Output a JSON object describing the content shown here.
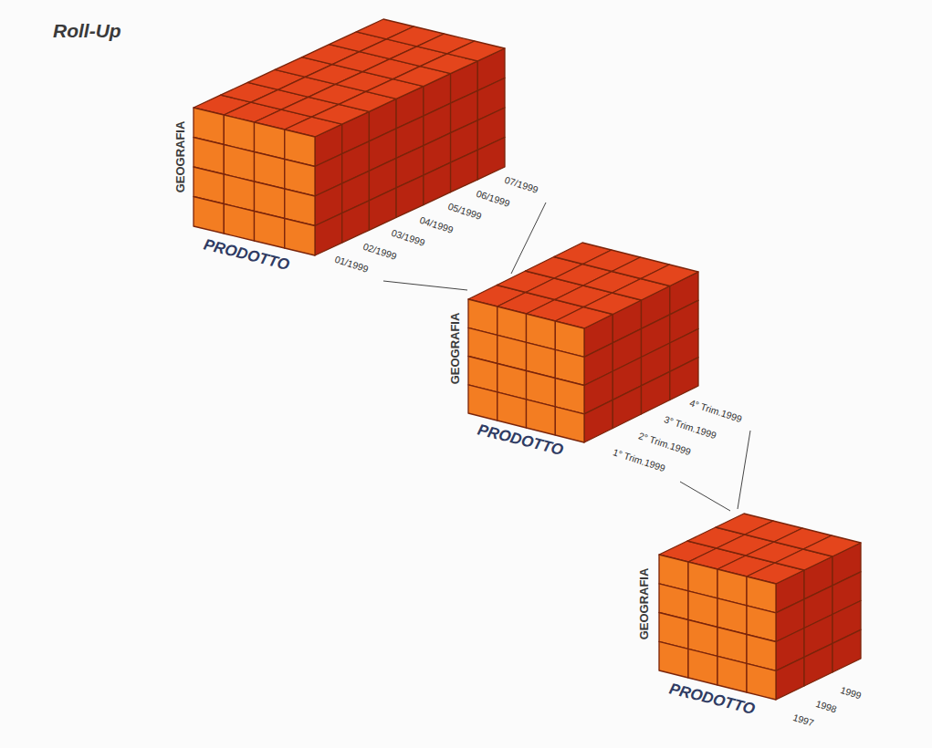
{
  "diagram": {
    "title": "Roll-Up",
    "labels": [
      "GEOGRAFIA",
      "PRODOTTO",
      "01/1999",
      "02/1999",
      "03/1999",
      "04/1999",
      "05/1999",
      "06/1999",
      "07/1999",
      "GEOGRAFIA",
      "PRODOTTO",
      "1° Trim.1999",
      "2° Trim.1999",
      "3° Trim.1999",
      "4° Trim.1999",
      "GEOGRAFIA",
      "PRODOTTO",
      "1997",
      "1998",
      "1999"
    ]
  }
}
